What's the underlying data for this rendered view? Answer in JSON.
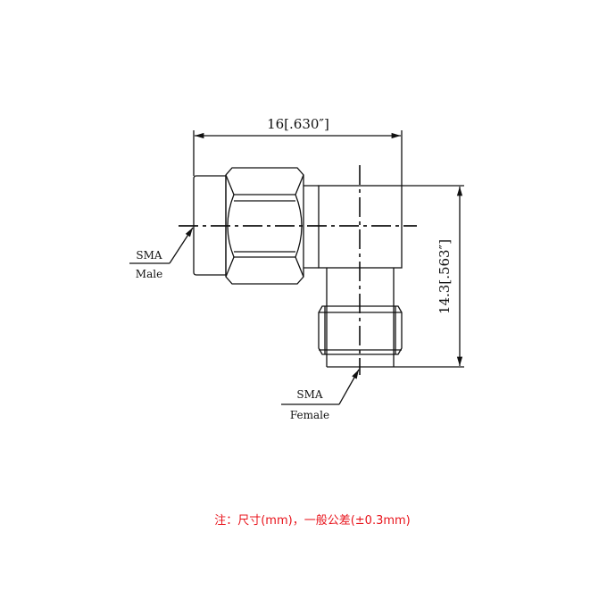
{
  "dimensions": {
    "width": "16[.630″]",
    "height": "14.3[.563″]"
  },
  "labels": {
    "male_top": "SMA",
    "male_bottom": "Male",
    "female_top": "SMA",
    "female_bottom": "Female"
  },
  "note": "注：尺寸(mm)，一般公差(±0.3mm)",
  "colors": {
    "line": "#111111",
    "note": "#e8141c"
  }
}
